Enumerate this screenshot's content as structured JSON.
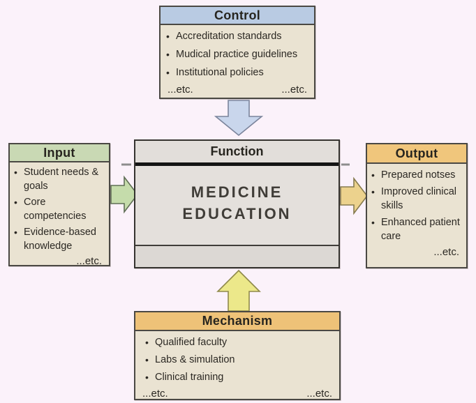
{
  "page": {
    "background_color": "#fbf2fa"
  },
  "bullet_char": "•",
  "control": {
    "title": "Control",
    "header_color": "#b9cbe3",
    "items": [
      "Accreditation standards",
      "Mudical practice guidelines",
      "Institutional policies"
    ],
    "etc_left": "...etc.",
    "etc_right": "...etc."
  },
  "input": {
    "title": "Input",
    "header_color": "#c9d9b4",
    "items": [
      "Student needs & goals",
      "Core competencies",
      "Evidence-based knowledge"
    ],
    "etc": "...etc."
  },
  "function_box": {
    "title": "Function",
    "line1": "MEDICINE",
    "line2": "EDUCATION",
    "body_color": "#e4e0dc"
  },
  "output": {
    "title": "Output",
    "header_color": "#f0c67c",
    "items": [
      "Prepared notses",
      "Improved clinical skills",
      "Enhanced patient care"
    ],
    "etc": "...etc."
  },
  "mechanism": {
    "title": "Mechanism",
    "header_color": "#eec278",
    "items": [
      "Qualified faculty",
      "Labs & simulation",
      "Clinical training"
    ],
    "etc_left": "...etc.",
    "etc_right": "...etc."
  },
  "arrows": {
    "control_to_function": {
      "direction": "down",
      "color": "#c9d6ec"
    },
    "input_to_function": {
      "direction": "right",
      "color": "#c5dcab"
    },
    "function_to_output": {
      "direction": "right",
      "color": "#ecd28d"
    },
    "mechanism_to_function": {
      "direction": "up",
      "color": "#ece88a"
    }
  }
}
